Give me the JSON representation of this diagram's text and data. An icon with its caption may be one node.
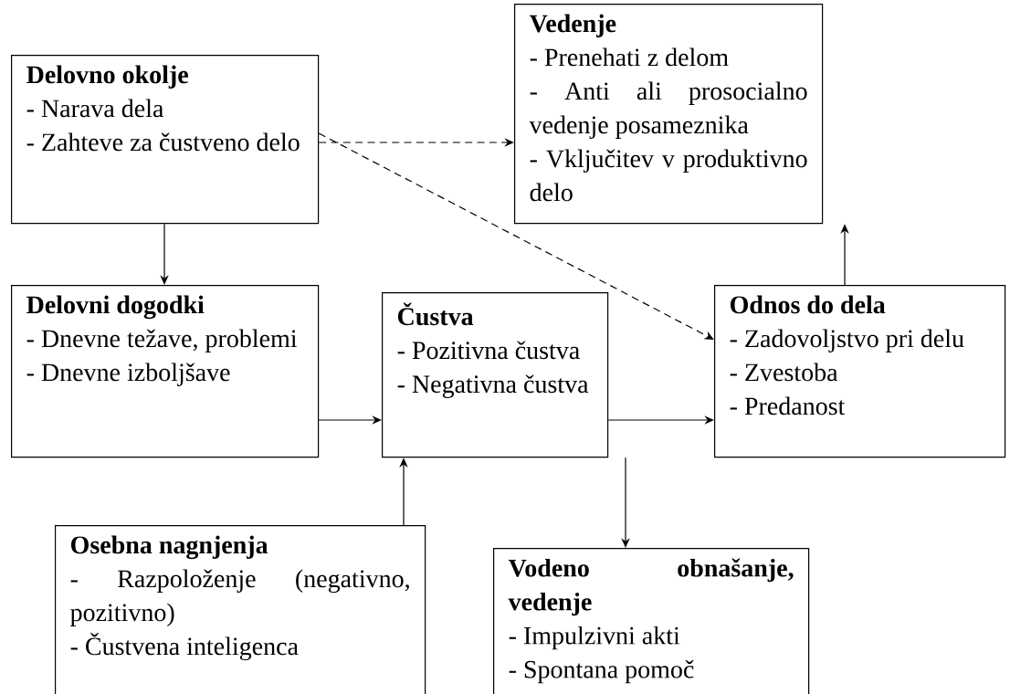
{
  "diagram": {
    "nodes": [
      {
        "text": [
          "Delovno okolje",
          "- Narava dela",
          "- Zahteve za čustveno delo"
        ]
      },
      {
        "text": [
          "Vedenje",
          "- Prenehati z delom",
          "- Anti ali prosocialno vedenje posameznika",
          "- Vključitev v produktivno delo"
        ]
      },
      {
        "text": [
          "Delovni dogodki",
          "- Dnevne težave, problemi",
          "- Dnevne izboljšave"
        ]
      },
      {
        "text": [
          "Čustva",
          "- Pozitivna čustva",
          "- Negativna čustva"
        ]
      },
      {
        "text": [
          "Odnos do dela",
          "- Zadovoljstvo pri delu",
          "- Zvestoba",
          "- Predanost"
        ]
      },
      {
        "text": [
          "Osebna nagnjenja",
          "- Razpoloženje (negativno, pozitivno)",
          "- Čustvena inteligenca"
        ]
      },
      {
        "text": [
          "Vodeno obnašanje, vedenje",
          "- Impulzivni akti",
          "- Spontana pomoč"
        ]
      }
    ],
    "edges": [
      {
        "from": 0,
        "to": 1,
        "arrow": "to",
        "style": "dashed"
      },
      {
        "from": 0,
        "to": 4,
        "arrow": "to",
        "style": "dashed"
      },
      {
        "from": 0,
        "to": 2,
        "arrow": "to"
      },
      {
        "from": 2,
        "to": 3,
        "arrow": "to"
      },
      {
        "from": 3,
        "to": 4,
        "arrow": "to"
      },
      {
        "from": 5,
        "to": 3,
        "arrow": "to"
      },
      {
        "from": 3,
        "to": 6,
        "arrow": "to"
      },
      {
        "from": 4,
        "to": 1,
        "arrow": "to"
      }
    ]
  }
}
